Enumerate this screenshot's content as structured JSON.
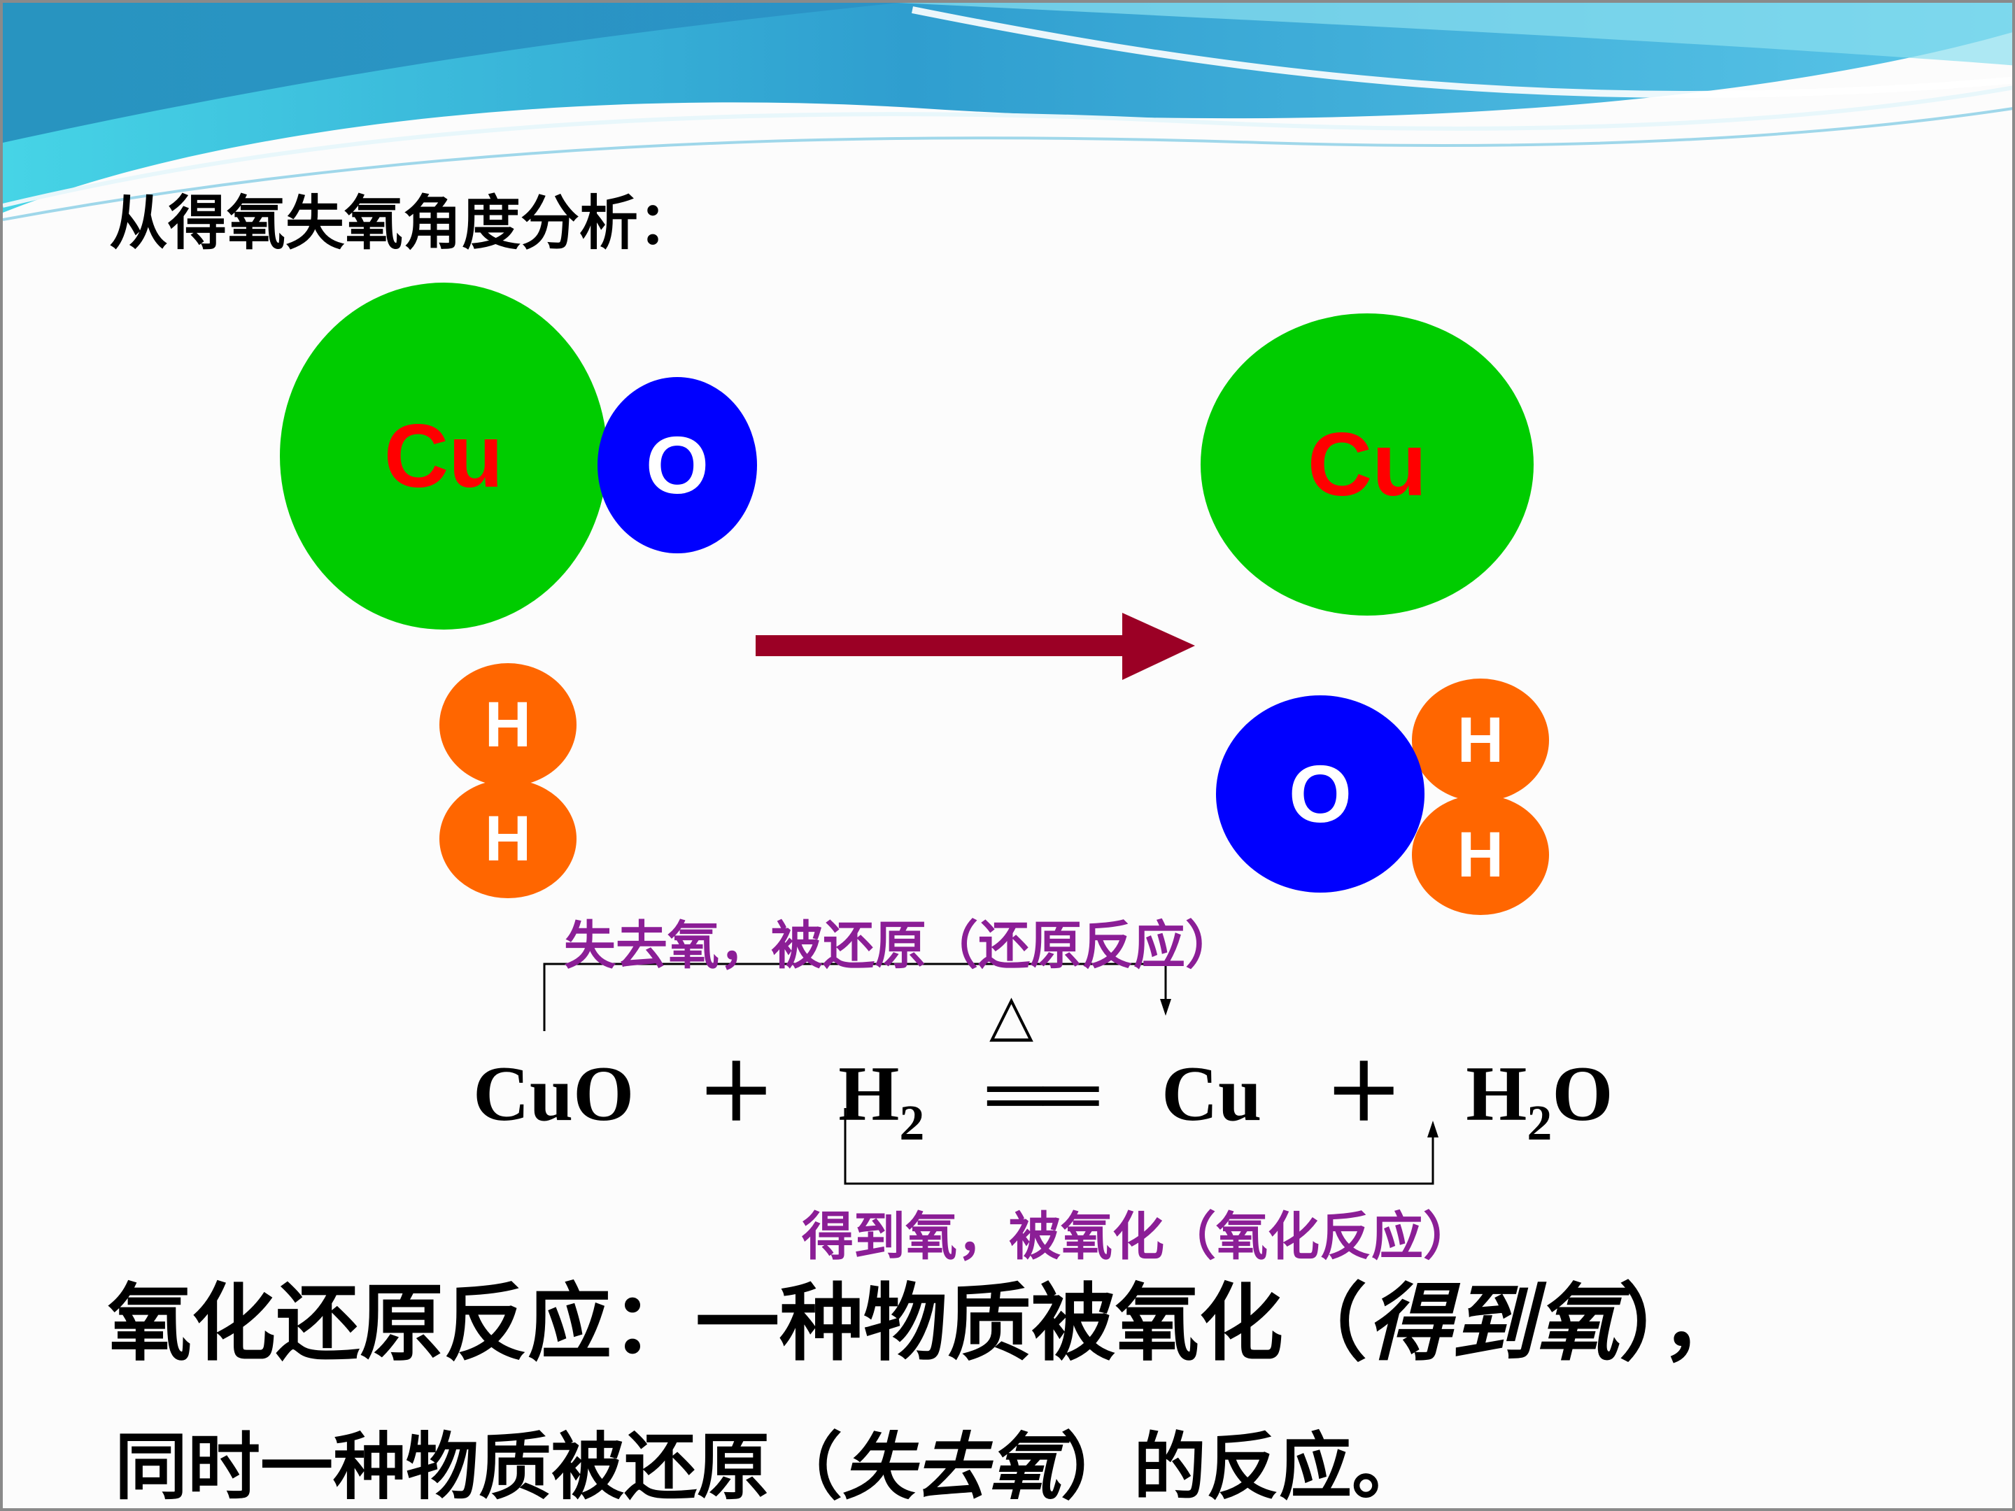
{
  "heading": "从得氧失氧角度分析：",
  "colors": {
    "copper": "#00cc00",
    "copper_text": "#ff0000",
    "oxygen": "#0000ff",
    "hydrogen": "#ff6600",
    "arrow": "#9b0025",
    "annotation": "#8b1e96"
  },
  "reactants": {
    "copper": "Cu",
    "oxygen": "O",
    "hydrogen_1": "H",
    "hydrogen_2": "H"
  },
  "products": {
    "copper": "Cu",
    "oxygen": "O",
    "hydrogen_1": "H",
    "hydrogen_2": "H"
  },
  "annotations": {
    "reduction": "失去氧，被还原（还原反应）",
    "oxidation": "得到氧，被氧化（氧化反应）"
  },
  "equation": {
    "term1": "CuO",
    "plus1": "＋",
    "term2": "H",
    "term2_sub": "2",
    "equals": "══",
    "condition": "△",
    "term3": "Cu",
    "plus2": "＋",
    "term4_a": "H",
    "term4_sub": "2",
    "term4_b": "O"
  },
  "definition": {
    "line1_main": "氧化还原反应：一种物质被氧化（",
    "line1_italic": "得到氧",
    "line1_end": "），",
    "line2_main": "同时一种物质被还原（",
    "line2_italic": "失去氧",
    "line2_end": "）的反应。"
  }
}
